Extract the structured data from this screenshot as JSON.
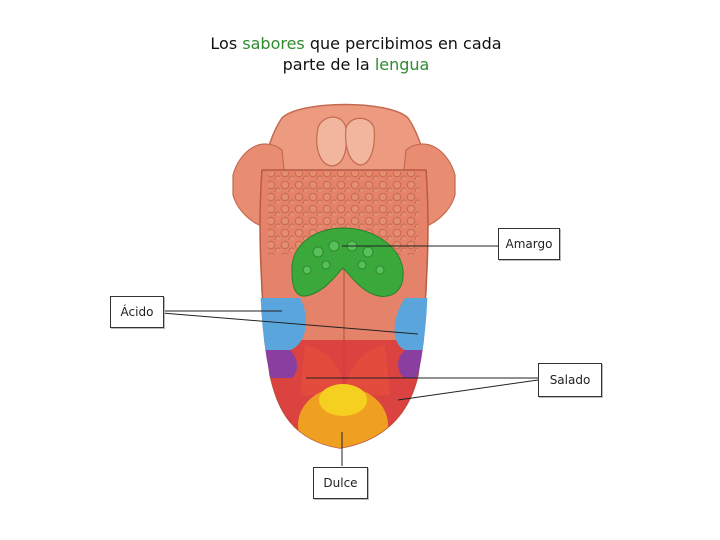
{
  "title": {
    "part1": "Los ",
    "highlight1": "sabores",
    "part2": " que percibimos en cada",
    "part3": "parte de la ",
    "highlight2": "lengua"
  },
  "labels": {
    "bitter": "Amargo",
    "sour": "Ácido",
    "salty": "Salado",
    "sweet": "Dulce"
  },
  "colors": {
    "highlight": "#2e8b2e",
    "bitter_zone": "#3aa83a",
    "sour_zone": "#5aa6dc",
    "purple_zone": "#8a3fa0",
    "salty_zone": "#d83838",
    "sweet_zone": "#f0a020",
    "sweet_center": "#f5d020",
    "tongue_base": "#e6836a"
  }
}
